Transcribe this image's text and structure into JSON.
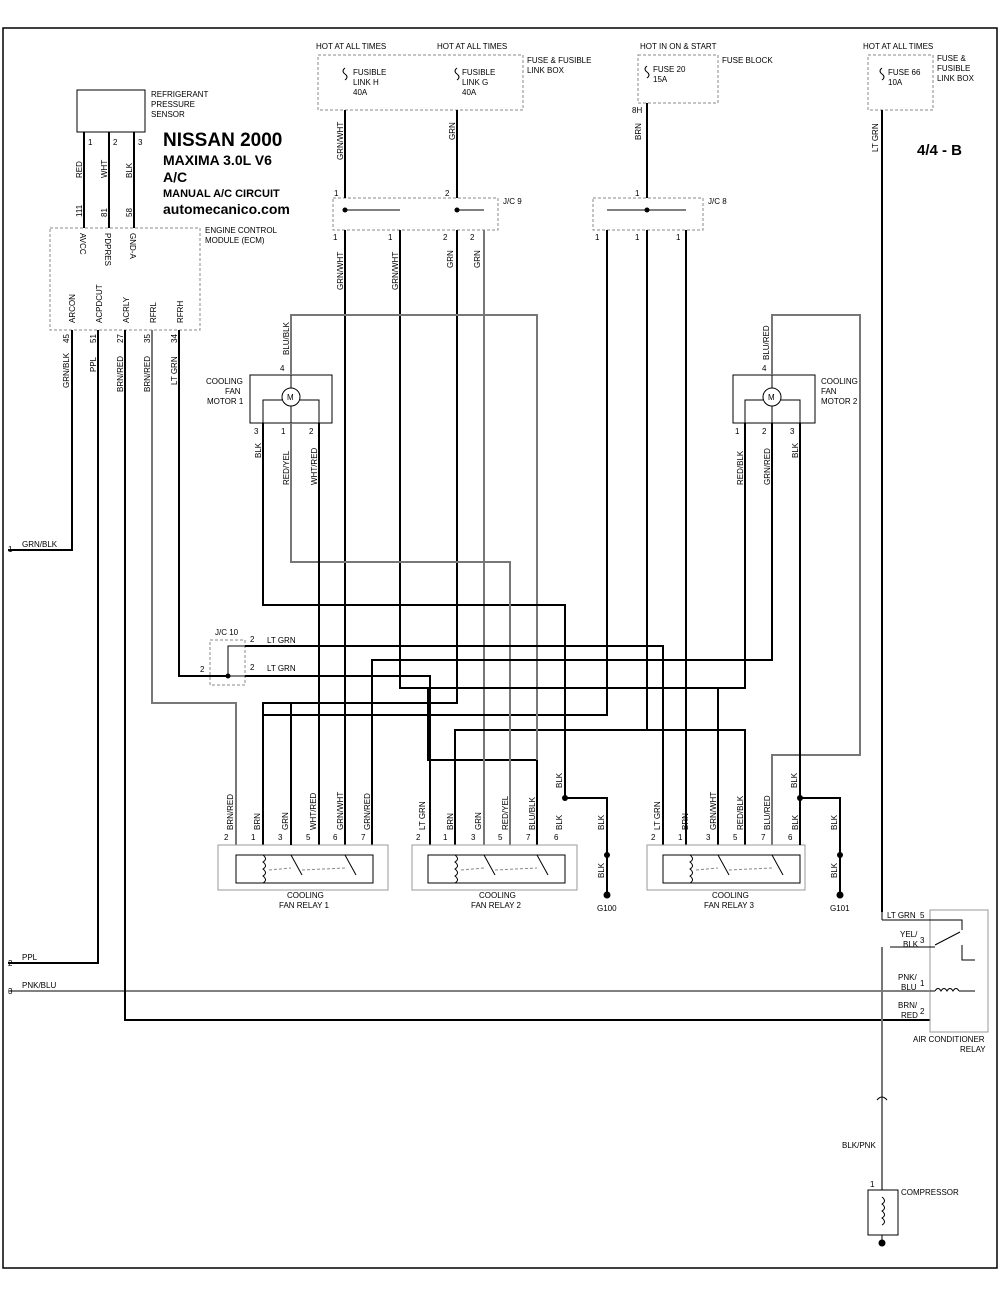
{
  "title": {
    "line1": "NISSAN 2000",
    "line2": "MAXIMA  3.0L  V6",
    "line3": "A/C",
    "line4": "MANUAL A/C CIRCUIT",
    "site": "automecanico.com",
    "page": "4/4 - B"
  },
  "power": {
    "hot_h": "HOT AT ALL TIMES",
    "hot_g": "HOT AT ALL TIMES",
    "hot_start": "HOT IN ON & START",
    "hot_66": "HOT AT ALL TIMES",
    "link_h": [
      "FUSIBLE",
      "LINK H",
      "40A"
    ],
    "link_g": [
      "FUSIBLE",
      "LINK G",
      "40A"
    ],
    "link_box": [
      "FUSE & FUSIBLE",
      "LINK BOX"
    ],
    "fuse20": [
      "FUSE 20",
      "15A"
    ],
    "fuse_block": "FUSE BLOCK",
    "fuse66": [
      "FUSE 66",
      "10A"
    ],
    "link_box2": [
      "FUSE &",
      "FUSIBLE",
      "LINK BOX"
    ]
  },
  "sensor": {
    "name": [
      "REFRIGERANT",
      "PRESSURE",
      "SENSOR"
    ],
    "wires": [
      "RED",
      "WHT",
      "BLK"
    ],
    "pins": [
      "1",
      "2",
      "3"
    ],
    "ecm_pins": [
      "111",
      "81",
      "58"
    ],
    "ecm_terms": [
      "AVCC",
      "PDPRES",
      "GND-A"
    ]
  },
  "ecm": {
    "name": [
      "ENGINE CONTROL",
      "MODULE (ECM)"
    ],
    "terms": [
      "ARCON",
      "ACPDCUT",
      "ACRLY",
      "RFRL",
      "RFRH"
    ],
    "pins": [
      "45",
      "51",
      "27",
      "35",
      "34"
    ],
    "wires": [
      "GRN/BLK",
      "PPL",
      "BRN/RED",
      "BRN/RED",
      "LT GRN"
    ]
  },
  "jc9": {
    "name": "J/C 9",
    "in_pins": [
      "1",
      "2"
    ],
    "out_pins": [
      "1",
      "1",
      "2",
      "2"
    ],
    "wires": [
      "GRN/WHT",
      "GRN/WHT",
      "GRN",
      "GRN"
    ],
    "top_wires": [
      "GRN/WHT",
      "GRN"
    ],
    "top_pins": [
      "1",
      "2"
    ]
  },
  "jc8": {
    "name": "J/C 8",
    "in_pin": "1",
    "out_pins": [
      "1",
      "1",
      "1"
    ],
    "top_pin": "8H",
    "top_wire": "BRN"
  },
  "jc10": {
    "name": "J/C 10",
    "pins": [
      "2",
      "2",
      "2"
    ],
    "wires": [
      "LT GRN",
      "LT GRN"
    ]
  },
  "fan1": {
    "name": [
      "COOLING",
      "FAN",
      "MOTOR 1"
    ],
    "top_pin": "4",
    "top_wire": "BLU/BLK",
    "pins": [
      "3",
      "1",
      "2"
    ],
    "wires": [
      "BLK",
      "RED/YEL",
      "WHT/RED"
    ]
  },
  "fan2": {
    "name": [
      "COOLING",
      "FAN",
      "MOTOR 2"
    ],
    "top_pin": "4",
    "top_wire": "BLU/RED",
    "pins": [
      "1",
      "2",
      "3"
    ],
    "wires": [
      "RED/BLK",
      "GRN/RED",
      "BLK"
    ]
  },
  "relay1": {
    "name": [
      "COOLING",
      "FAN RELAY 1"
    ],
    "pins": [
      "2",
      "1",
      "3",
      "5",
      "6",
      "7"
    ],
    "wires": [
      "BRN/RED",
      "BRN",
      "GRN",
      "WHT/RED",
      "GRN/WHT",
      "GRN/RED"
    ]
  },
  "relay2": {
    "name": [
      "COOLING",
      "FAN RELAY 2"
    ],
    "pins": [
      "2",
      "1",
      "3",
      "5",
      "7",
      "6"
    ],
    "wires": [
      "LT GRN",
      "BRN",
      "GRN",
      "RED/YEL",
      "BLU/BLK",
      "BLK"
    ]
  },
  "relay3": {
    "name": [
      "COOLING",
      "FAN RELAY 3"
    ],
    "pins": [
      "2",
      "1",
      "3",
      "5",
      "7",
      "6"
    ],
    "wires": [
      "LT GRN",
      "BRN",
      "GRN/WHT",
      "RED/BLK",
      "BLU/RED",
      "BLK"
    ]
  },
  "grounds": {
    "g100": "G100",
    "g101": "G101",
    "blk": "BLK"
  },
  "acrelay": {
    "name": [
      "AIR CONDITIONER",
      "RELAY"
    ],
    "top_wire": "LT GRN",
    "rows": [
      {
        "wire": [
          "YEL/",
          "BLK"
        ],
        "pin": "3"
      },
      {
        "wire": [
          "PNK/",
          "BLU"
        ],
        "pin": "1"
      },
      {
        "wire": [
          "BRN/",
          "RED"
        ],
        "pin": "2"
      }
    ],
    "top_pin": "5",
    "lt_grn": "LT GRN"
  },
  "left": [
    {
      "num": "1",
      "wire": "GRN/BLK"
    },
    {
      "num": "2",
      "wire": "PPL"
    },
    {
      "num": "3",
      "wire": "PNK/BLU"
    }
  ],
  "compressor": {
    "wire": "BLK/PNK",
    "pin": "1",
    "name": "COMPRESSOR"
  }
}
